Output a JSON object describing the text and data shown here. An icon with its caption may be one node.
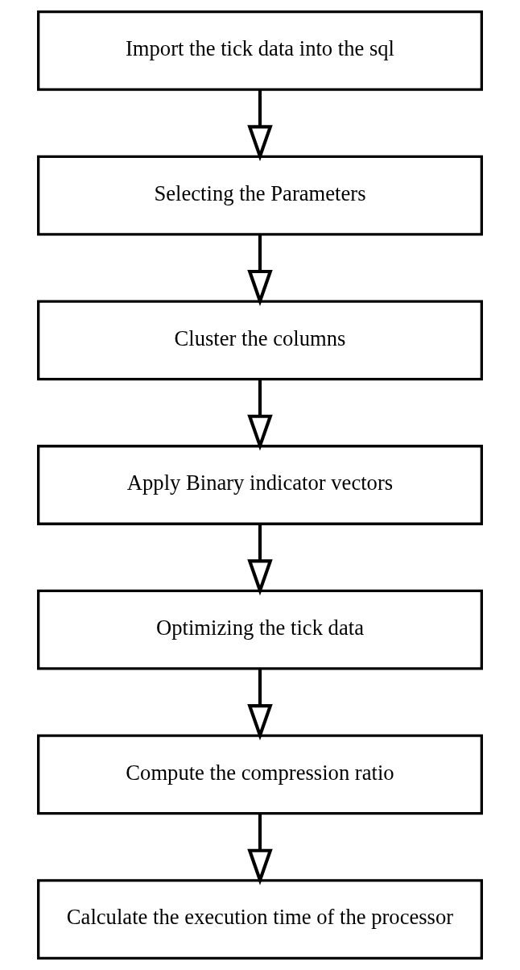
{
  "diagram": {
    "nodes": [
      {
        "text": [
          "Import the tick data into the sql"
        ]
      },
      {
        "text": [
          "Selecting the Parameters"
        ]
      },
      {
        "text": [
          "Cluster the columns"
        ]
      },
      {
        "text": [
          "Apply Binary indicator vectors"
        ]
      },
      {
        "text": [
          "Optimizing the tick data"
        ]
      },
      {
        "text": [
          "Compute the compression ratio"
        ]
      },
      {
        "text": [
          "Calculate the execution time of the processor"
        ]
      }
    ],
    "edges": [
      {
        "from": 0,
        "to": 1,
        "arrow": "to"
      },
      {
        "from": 1,
        "to": 2,
        "arrow": "to"
      },
      {
        "from": 2,
        "to": 3,
        "arrow": "to"
      },
      {
        "from": 3,
        "to": 4,
        "arrow": "to"
      },
      {
        "from": 4,
        "to": 5,
        "arrow": "to"
      },
      {
        "from": 5,
        "to": 6,
        "arrow": "to"
      }
    ]
  }
}
